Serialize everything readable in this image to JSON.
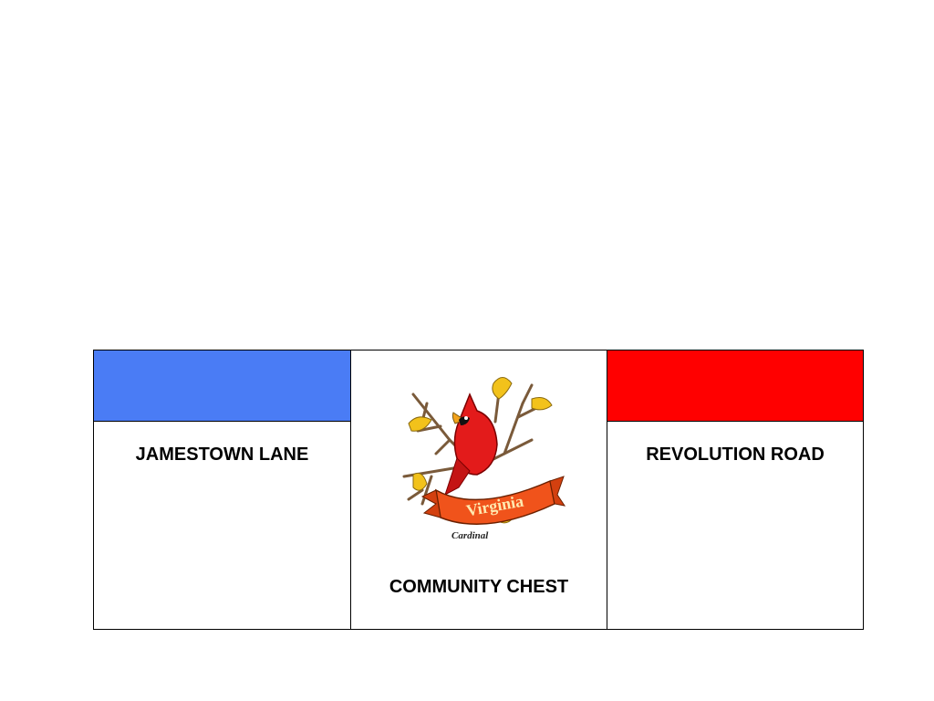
{
  "board": {
    "spaces": [
      {
        "name": "JAMESTOWN LANE",
        "color": "#4a7cf5"
      },
      {
        "name": "COMMUNITY CHEST",
        "logo": {
          "banner": "Virginia",
          "caption": "Cardinal",
          "icon": "cardinal-icon"
        }
      },
      {
        "name": "REVOLUTION ROAD",
        "color": "#ff0000"
      }
    ]
  }
}
